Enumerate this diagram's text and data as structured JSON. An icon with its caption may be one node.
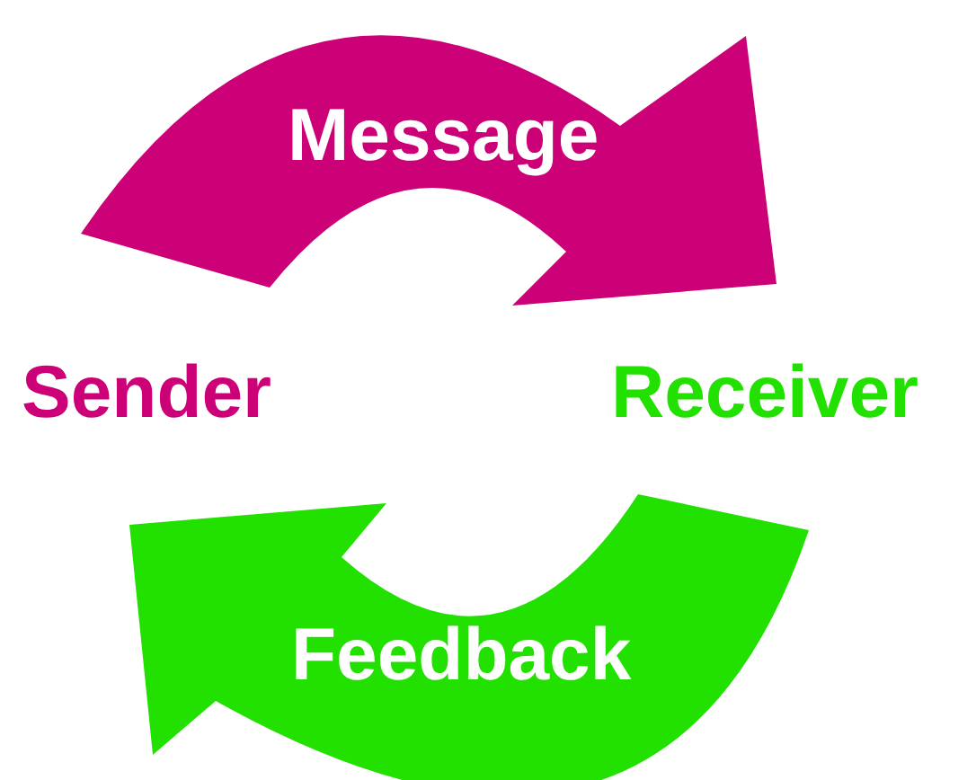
{
  "diagram": {
    "nodes": [
      {
        "text": [
          "Message"
        ]
      },
      {
        "text": [
          "Sender"
        ]
      },
      {
        "text": [
          "Receiver"
        ]
      },
      {
        "text": [
          "Feedback"
        ]
      }
    ]
  }
}
